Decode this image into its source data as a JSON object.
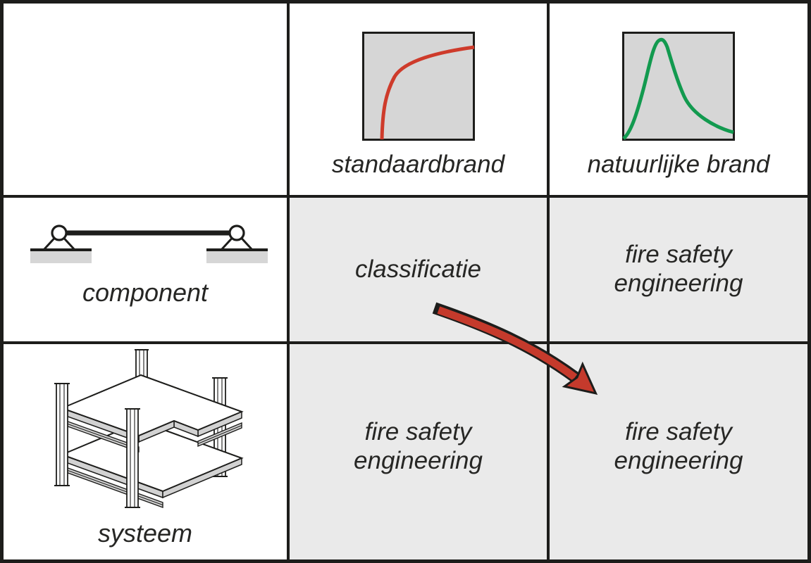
{
  "diagram": {
    "title": "fire design approach matrix: fire exposure type vs. structural scope",
    "col_headers": [
      {
        "id": "standaardbrand",
        "label": "standaardbrand",
        "icon": "standard-fire-curve-icon"
      },
      {
        "id": "natuurlijke-brand",
        "label": "natuurlijke brand",
        "icon": "natural-fire-curve-icon"
      }
    ],
    "row_headers": [
      {
        "id": "component",
        "label": "component",
        "icon": "simply-supported-beam-icon"
      },
      {
        "id": "systeem",
        "label": "systeem",
        "icon": "steel-frame-icon"
      }
    ],
    "cells": [
      {
        "row": "component",
        "col": "standaardbrand",
        "text": "classificatie"
      },
      {
        "row": "component",
        "col": "natuurlijke-brand",
        "text": "fire safety\nengineering"
      },
      {
        "row": "systeem",
        "col": "standaardbrand",
        "text": "fire safety\nengineering"
      },
      {
        "row": "systeem",
        "col": "natuurlijke-brand",
        "text": "fire safety\nengineering"
      }
    ],
    "arrow": {
      "from": "classificatie (component x standaardbrand)",
      "to": "fire safety engineering (systeem x natuurlijke brand)",
      "color": "#c53a2c"
    }
  },
  "chart_data": [
    {
      "type": "line",
      "title": "standaardbrand",
      "xlabel": "",
      "ylabel": "",
      "axes_visible": false,
      "color": "#ce3b2b",
      "series": [
        {
          "name": "standaardbrand (ISO standard fire curve)",
          "points_normalized": [
            [
              0.18,
              0.0
            ],
            [
              0.19,
              0.35
            ],
            [
              0.25,
              0.55
            ],
            [
              0.35,
              0.72
            ],
            [
              0.55,
              0.82
            ],
            [
              1.0,
              0.87
            ]
          ]
        }
      ]
    },
    {
      "type": "line",
      "title": "natuurlijke brand",
      "xlabel": "",
      "ylabel": "",
      "axes_visible": false,
      "color": "#129a4f",
      "series": [
        {
          "name": "natuurlijke brand (natural fire curve)",
          "points_normalized": [
            [
              0.01,
              0.02
            ],
            [
              0.12,
              0.2
            ],
            [
              0.22,
              0.55
            ],
            [
              0.3,
              0.9
            ],
            [
              0.35,
              0.93
            ],
            [
              0.4,
              0.88
            ],
            [
              0.45,
              0.6
            ],
            [
              0.55,
              0.35
            ],
            [
              0.7,
              0.15
            ],
            [
              1.0,
              0.07
            ]
          ]
        }
      ]
    }
  ],
  "colors": {
    "ink": "#1d1d1b",
    "cell_bg": "#eaeaea",
    "chart_bg": "#d6d6d6",
    "fire_red": "#ce3b2b",
    "fire_green": "#129a4f",
    "arrow_red": "#c53a2c",
    "slab_edge": "#d2d2d2",
    "text": "#262624",
    "page_bg": "#ffffff"
  }
}
